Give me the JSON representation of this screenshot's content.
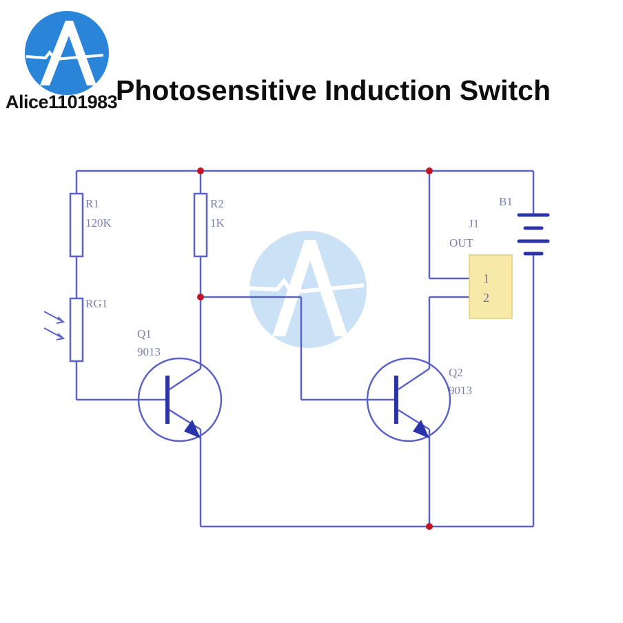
{
  "title": "Photosensitive Induction Switch",
  "brand": {
    "name": "Alice1101983"
  },
  "colors": {
    "wire": "#5a62c8",
    "node": "#c0142a",
    "connector_fill": "#f7e9a8",
    "logo": "#2a84d8",
    "label": "#7b80b2"
  },
  "components": {
    "r1": {
      "ref": "R1",
      "value": "120K"
    },
    "r2": {
      "ref": "R2",
      "value": "1K"
    },
    "rg1": {
      "ref": "RG1"
    },
    "q1": {
      "ref": "Q1",
      "value": "9013"
    },
    "q2": {
      "ref": "Q2",
      "value": "9013"
    },
    "j1": {
      "ref": "J1",
      "value": "OUT",
      "pins": [
        "1",
        "2"
      ]
    },
    "b1": {
      "ref": "B1"
    }
  }
}
